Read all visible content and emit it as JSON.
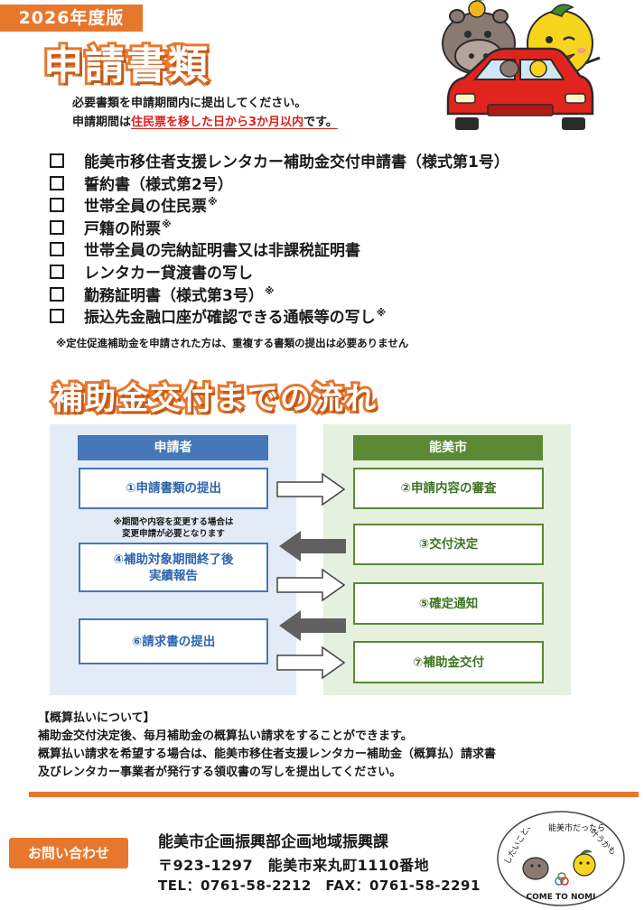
{
  "header": {
    "year_badge": "2026年度版",
    "title": "申請書類",
    "intro_line1": "必要書類を申請期間内に提出してください。",
    "intro_line2_a": "申請期間は",
    "intro_line2_highlight": "住民票を移した日から3か月以内",
    "intro_line2_b": "です。"
  },
  "documents": [
    {
      "label": "能美市移住者支援レンタカー補助金交付申請書（様式第1号）",
      "mark": ""
    },
    {
      "label": "誓約書（様式第2号）",
      "mark": ""
    },
    {
      "label": "世帯全員の住民票",
      "mark": "※"
    },
    {
      "label": "戸籍の附票",
      "mark": "※"
    },
    {
      "label": "世帯全員の完納証明書又は非課税証明書",
      "mark": ""
    },
    {
      "label": "レンタカー貸渡書の写し",
      "mark": ""
    },
    {
      "label": "勤務証明書（様式第3号）",
      "mark": "※"
    },
    {
      "label": "振込先金融口座が確認できる通帳等の写し",
      "mark": "※"
    }
  ],
  "documents_note": "※定住促進補助金を申請された方は、重複する書類の提出は必要ありません",
  "flow": {
    "title": "補助金交付までの流れ",
    "applicant_header": "申請者",
    "city_header": "能美市",
    "step1": "①申請書類の提出",
    "step1_note_line1": "※期間や内容を変更する場合は",
    "step1_note_line2": "変更申請が必要となります",
    "step2": "②申請内容の審査",
    "step3": "③交付決定",
    "step4_line1": "④補助対象期間終了後",
    "step4_line2": "実績報告",
    "step5": "⑤確定通知",
    "step6": "⑥請求書の提出",
    "step7": "⑦補助金交付"
  },
  "gaisan": {
    "heading": "【概算払いについて】",
    "line1": "補助金交付決定後、毎月補助金の概算払い請求をすることができます。",
    "line2": "概算払い請求を希望する場合は、能美市移住者支援レンタカー補助金（概算払）請求書",
    "line3": "及びレンタカー事業者が発行する領収書の写しを提出してください。"
  },
  "contact": {
    "badge": "お問い合わせ",
    "dept": "能美市企画振興部企画地域振興課",
    "address": "〒923-1297　能美市来丸町1110番地",
    "phone": "TEL：0761-58-2212　FAX：0761-58-2291"
  },
  "logo": {
    "arc_left": "したいこと、",
    "arc_mid": "能美市だったら",
    "arc_right": "叶うかも",
    "bottom": "COME TO NOMI"
  },
  "colors": {
    "accent_orange": "#e8772e",
    "applicant_blue": "#4677b8",
    "city_green": "#5a8a35",
    "highlight_red": "#e0201a"
  }
}
